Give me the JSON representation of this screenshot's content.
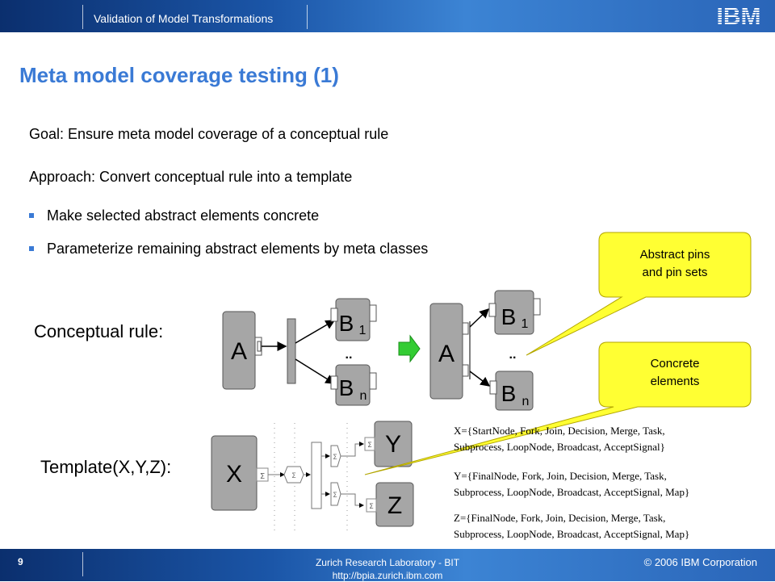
{
  "header": {
    "title": "Validation of Model Transformations",
    "logo_text": "IBM"
  },
  "slide": {
    "title": "Meta model coverage testing (1)",
    "goal": "Goal: Ensure meta model coverage of a conceptual rule",
    "approach": "Approach: Convert conceptual rule into a template",
    "bullets": [
      "Make selected abstract elements concrete",
      "Parameterize remaining abstract elements by meta classes"
    ],
    "conceptual_label": "Conceptual rule:",
    "template_label": "Template(X,Y,Z):",
    "node_a": "A",
    "node_b": "B",
    "sub_1": "1",
    "sub_n": "n",
    "ellipsis": "..",
    "node_x": "X",
    "node_y": "Y",
    "node_z": "Z",
    "sigma": "Σ",
    "set_x": [
      "X={StartNode, Fork, Join, Decision, Merge, Task,",
      "Subprocess,  LoopNode, Broadcast, AcceptSignal}"
    ],
    "set_y": [
      "Y={FinalNode, Fork, Join, Decision, Merge, Task,",
      "Subprocess,  LoopNode, Broadcast, AcceptSignal, Map}"
    ],
    "set_z": [
      "Z={FinalNode, Fork, Join, Decision, Merge, Task,",
      "Subprocess,  LoopNode, Broadcast, AcceptSignal, Map}"
    ],
    "callout_pins": [
      "Abstract pins",
      "and pin sets"
    ],
    "callout_concrete": [
      "Concrete",
      "elements"
    ]
  },
  "footer": {
    "page": "9",
    "lab": "Zurich Research Laboratory - BIT",
    "url": "http://bpia.zurich.ibm.com",
    "copyright": "© 2006 IBM Corporation"
  },
  "colors": {
    "accent": "#3a7ad5",
    "callout": "#ffff33",
    "node": "#a6a6a6",
    "arrow": "#33cc33"
  }
}
